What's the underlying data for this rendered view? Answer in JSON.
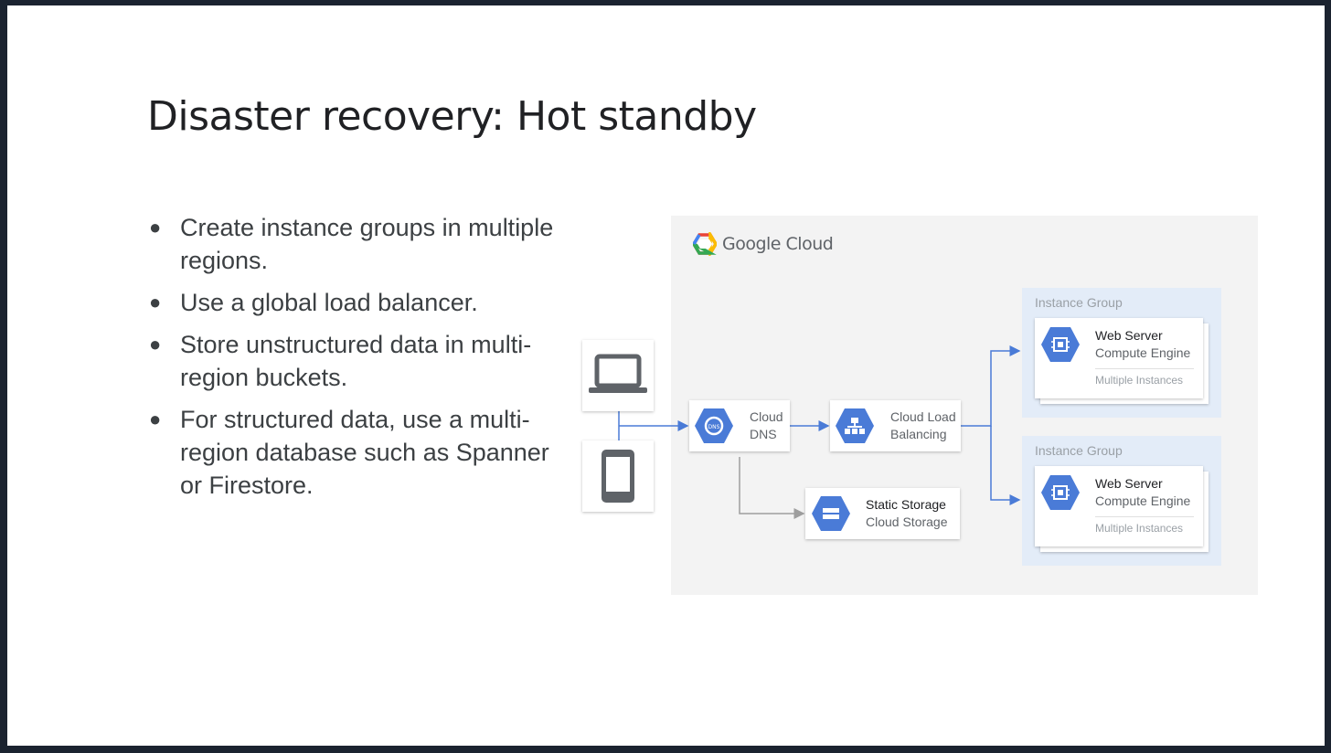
{
  "slide": {
    "title": "Disaster recovery: Hot standby",
    "bullets": [
      "Create instance groups in multiple regions.",
      "Use a global load balancer.",
      "Store unstructured data in multi-region buckets.",
      "For structured data, use a multi-region database such as Spanner or Firestore."
    ]
  },
  "diagram": {
    "logo_text": "Google Cloud",
    "dns": {
      "line1": "Cloud",
      "line2": "DNS"
    },
    "lb": {
      "line1": "Cloud Load",
      "line2": "Balancing"
    },
    "storage": {
      "title": "Static Storage",
      "subtitle": "Cloud Storage"
    },
    "groups": [
      {
        "label": "Instance Group",
        "title": "Web Server",
        "subtitle": "Compute Engine",
        "note": "Multiple Instances"
      },
      {
        "label": "Instance Group",
        "title": "Web Server",
        "subtitle": "Compute Engine",
        "note": "Multiple Instances"
      }
    ],
    "icons": [
      "laptop-icon",
      "mobile-icon",
      "cloud-dns-icon",
      "load-balancing-icon",
      "cloud-storage-icon",
      "compute-engine-icon"
    ],
    "colors": {
      "hex_blue": "#4a7bd7",
      "arrow_blue": "#4a7bd7",
      "arrow_gray": "#9e9e9e",
      "group_bg": "#e3ecf8",
      "panel_bg": "#f3f3f3"
    }
  }
}
